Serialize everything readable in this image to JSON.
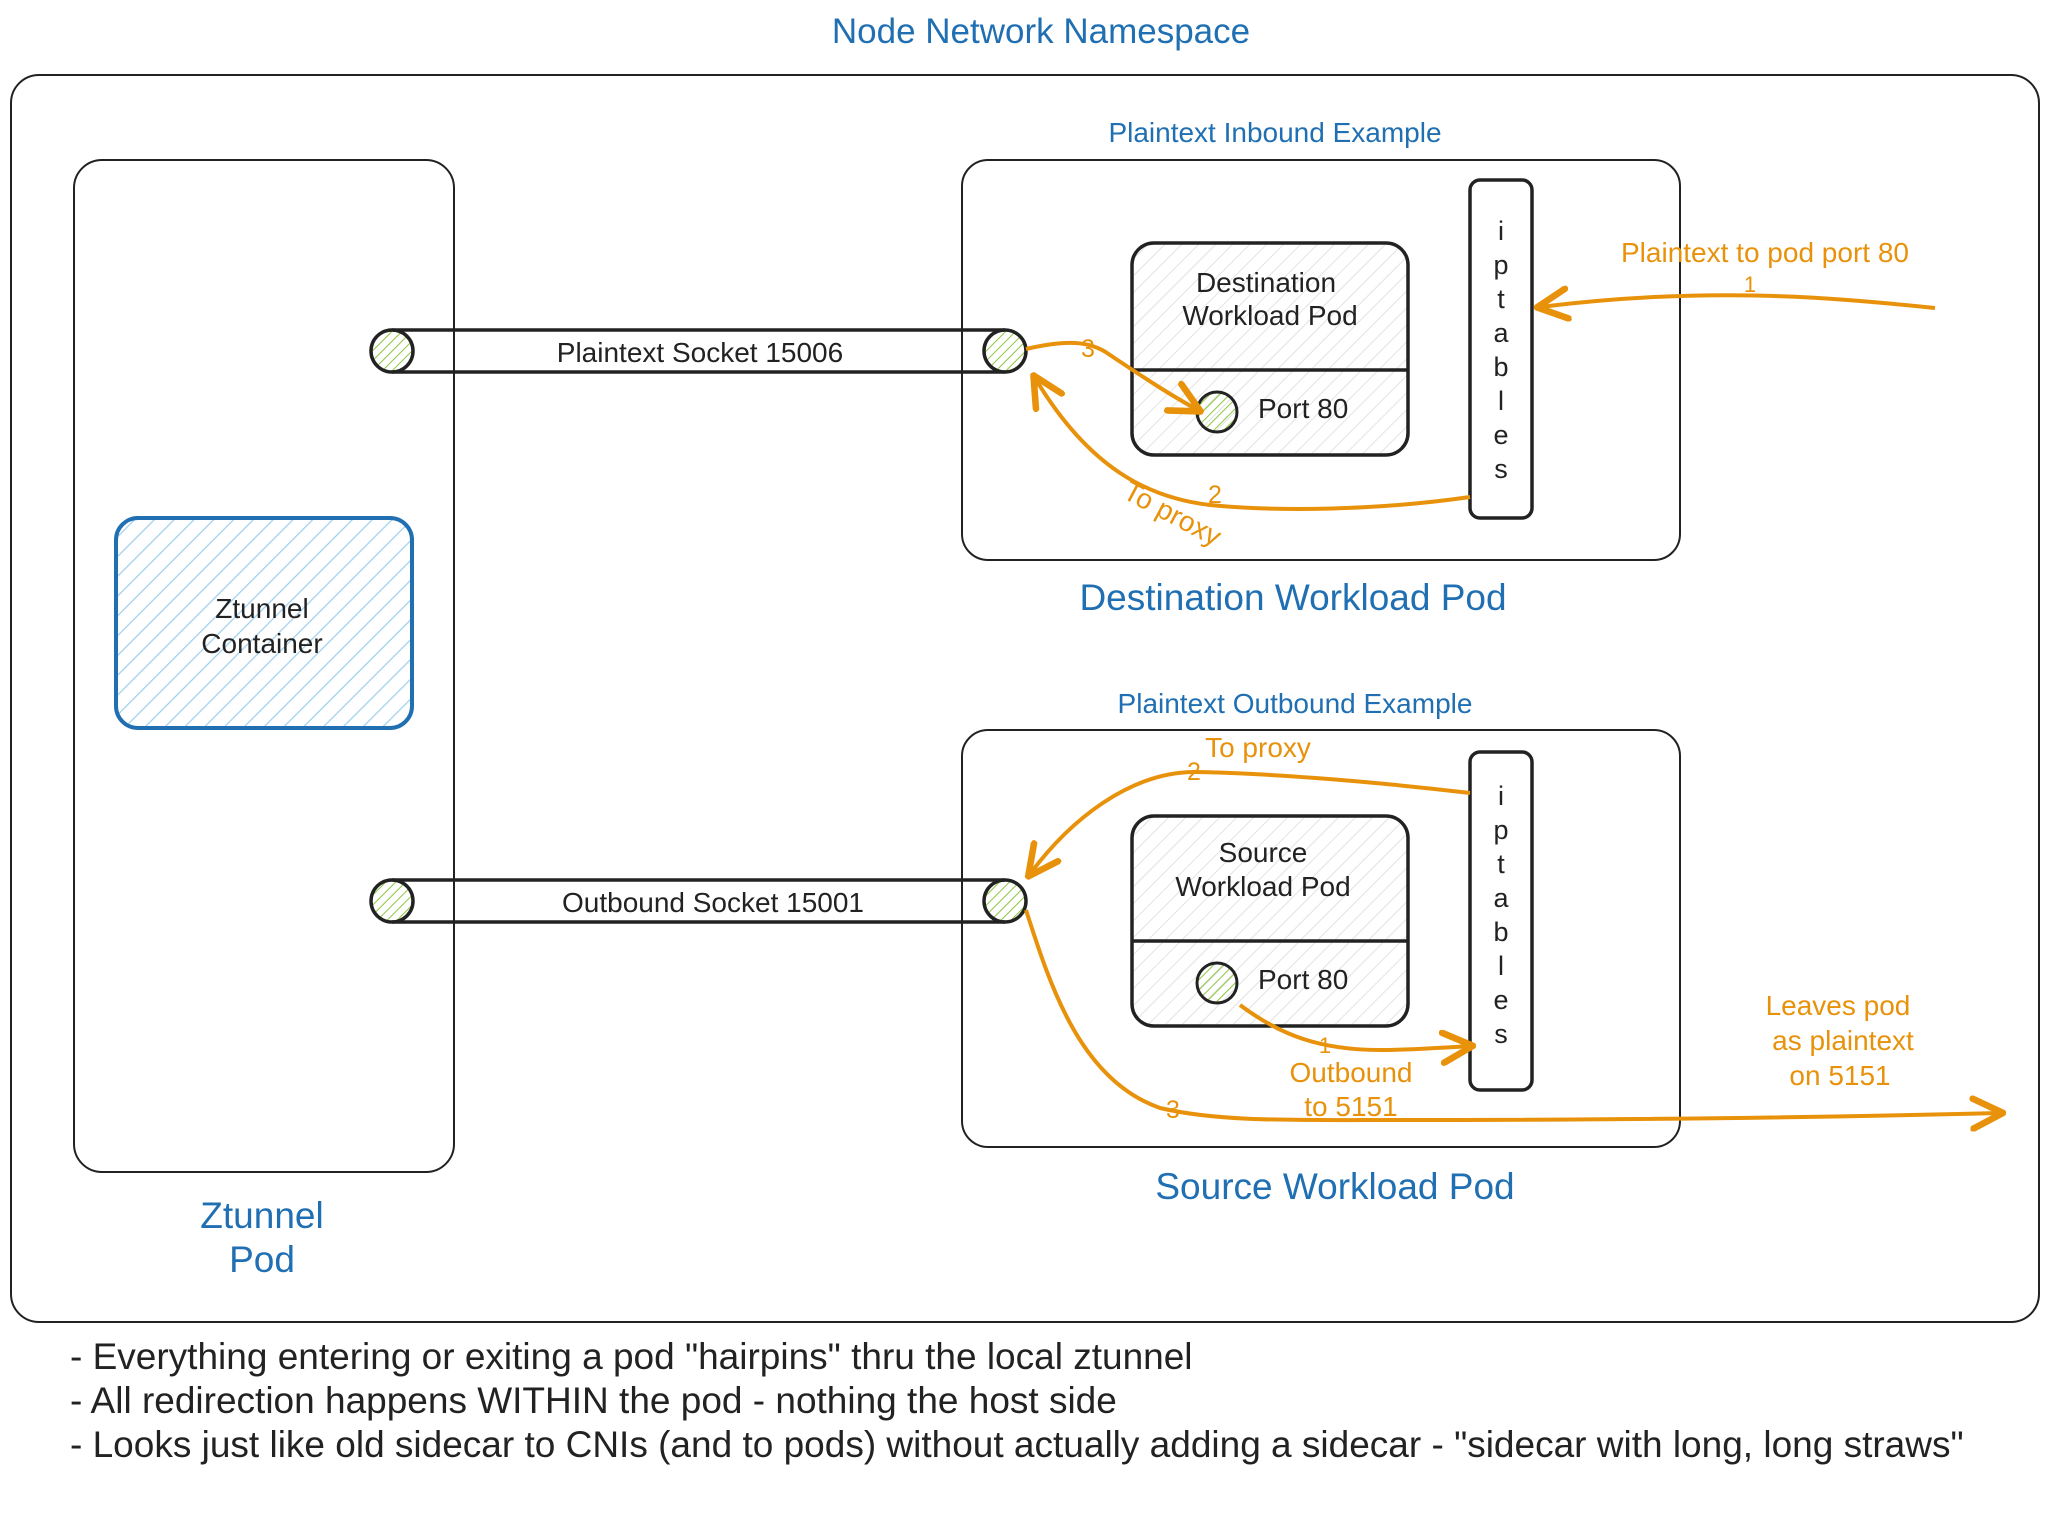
{
  "namespace_title": "Node Network Namespace",
  "ztunnel_pod": {
    "label_line1": "Ztunnel",
    "label_line2": "Pod",
    "container_line1": "Ztunnel",
    "container_line2": "Container"
  },
  "inbound": {
    "example_title": "Plaintext Inbound Example",
    "pod_label": "Destination Workload Pod",
    "inner_line1": "Destination",
    "inner_line2": "Workload Pod",
    "port_label": "Port 80",
    "socket_label": "Plaintext Socket 15006",
    "iptables_letters": [
      "i",
      "p",
      "t",
      "a",
      "b",
      "l",
      "e",
      "s"
    ],
    "incoming_label": "Plaintext to pod port 80",
    "to_proxy_label": "To proxy",
    "steps": [
      "1",
      "2",
      "3"
    ]
  },
  "outbound": {
    "example_title": "Plaintext Outbound Example",
    "pod_label": "Source Workload Pod",
    "inner_line1": "Source",
    "inner_line2": "Workload Pod",
    "port_label": "Port 80",
    "socket_label": "Outbound Socket 15001",
    "iptables_letters": [
      "i",
      "p",
      "t",
      "a",
      "b",
      "l",
      "e",
      "s"
    ],
    "to_proxy_label": "To proxy",
    "outbound_label_line1": "Outbound",
    "outbound_label_line2": "to 5151",
    "leaves_line1": "Leaves pod",
    "leaves_line2": "as plaintext",
    "leaves_line3": "on 5151",
    "steps": [
      "1",
      "2",
      "3"
    ]
  },
  "notes": [
    "- Everything entering or exiting a pod \"hairpins\" thru the local ztunnel",
    "- All redirection happens WITHIN the pod - nothing the host side",
    "- Looks just like old sidecar to CNIs (and to pods) without actually adding a sidecar - \"sidecar with long, long straws\""
  ],
  "colors": {
    "blue": "#1f6fb2",
    "orange": "#e8920c",
    "green": "#8cc63f",
    "light_blue": "#9fd0ee"
  }
}
